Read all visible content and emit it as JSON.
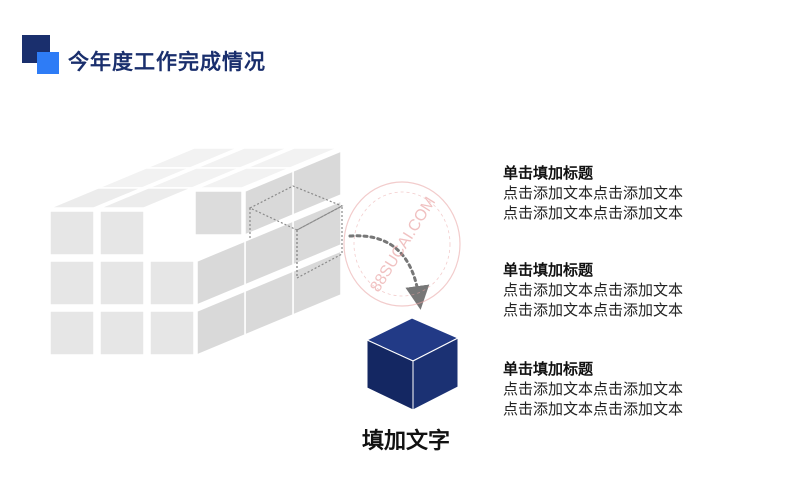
{
  "header": {
    "title": "今年度工作完成情况"
  },
  "diagram": {
    "caption": "填加文字",
    "watermark": "88SUCAI.COM",
    "colors": {
      "accent_dark": "#1a2f6d",
      "accent_light": "#2e7cf6",
      "cube_gray": "#e6e6e6"
    }
  },
  "text_blocks": [
    {
      "title": "单击填加标题",
      "lines": [
        "点击添加文本点击添加文本",
        "点击添加文本点击添加文本"
      ]
    },
    {
      "title": "单击填加标题",
      "lines": [
        "点击添加文本点击添加文本",
        "点击添加文本点击添加文本"
      ]
    },
    {
      "title": "单击填加标题",
      "lines": [
        "点击添加文本点击添加文本",
        "点击添加文本点击添加文本"
      ]
    }
  ]
}
